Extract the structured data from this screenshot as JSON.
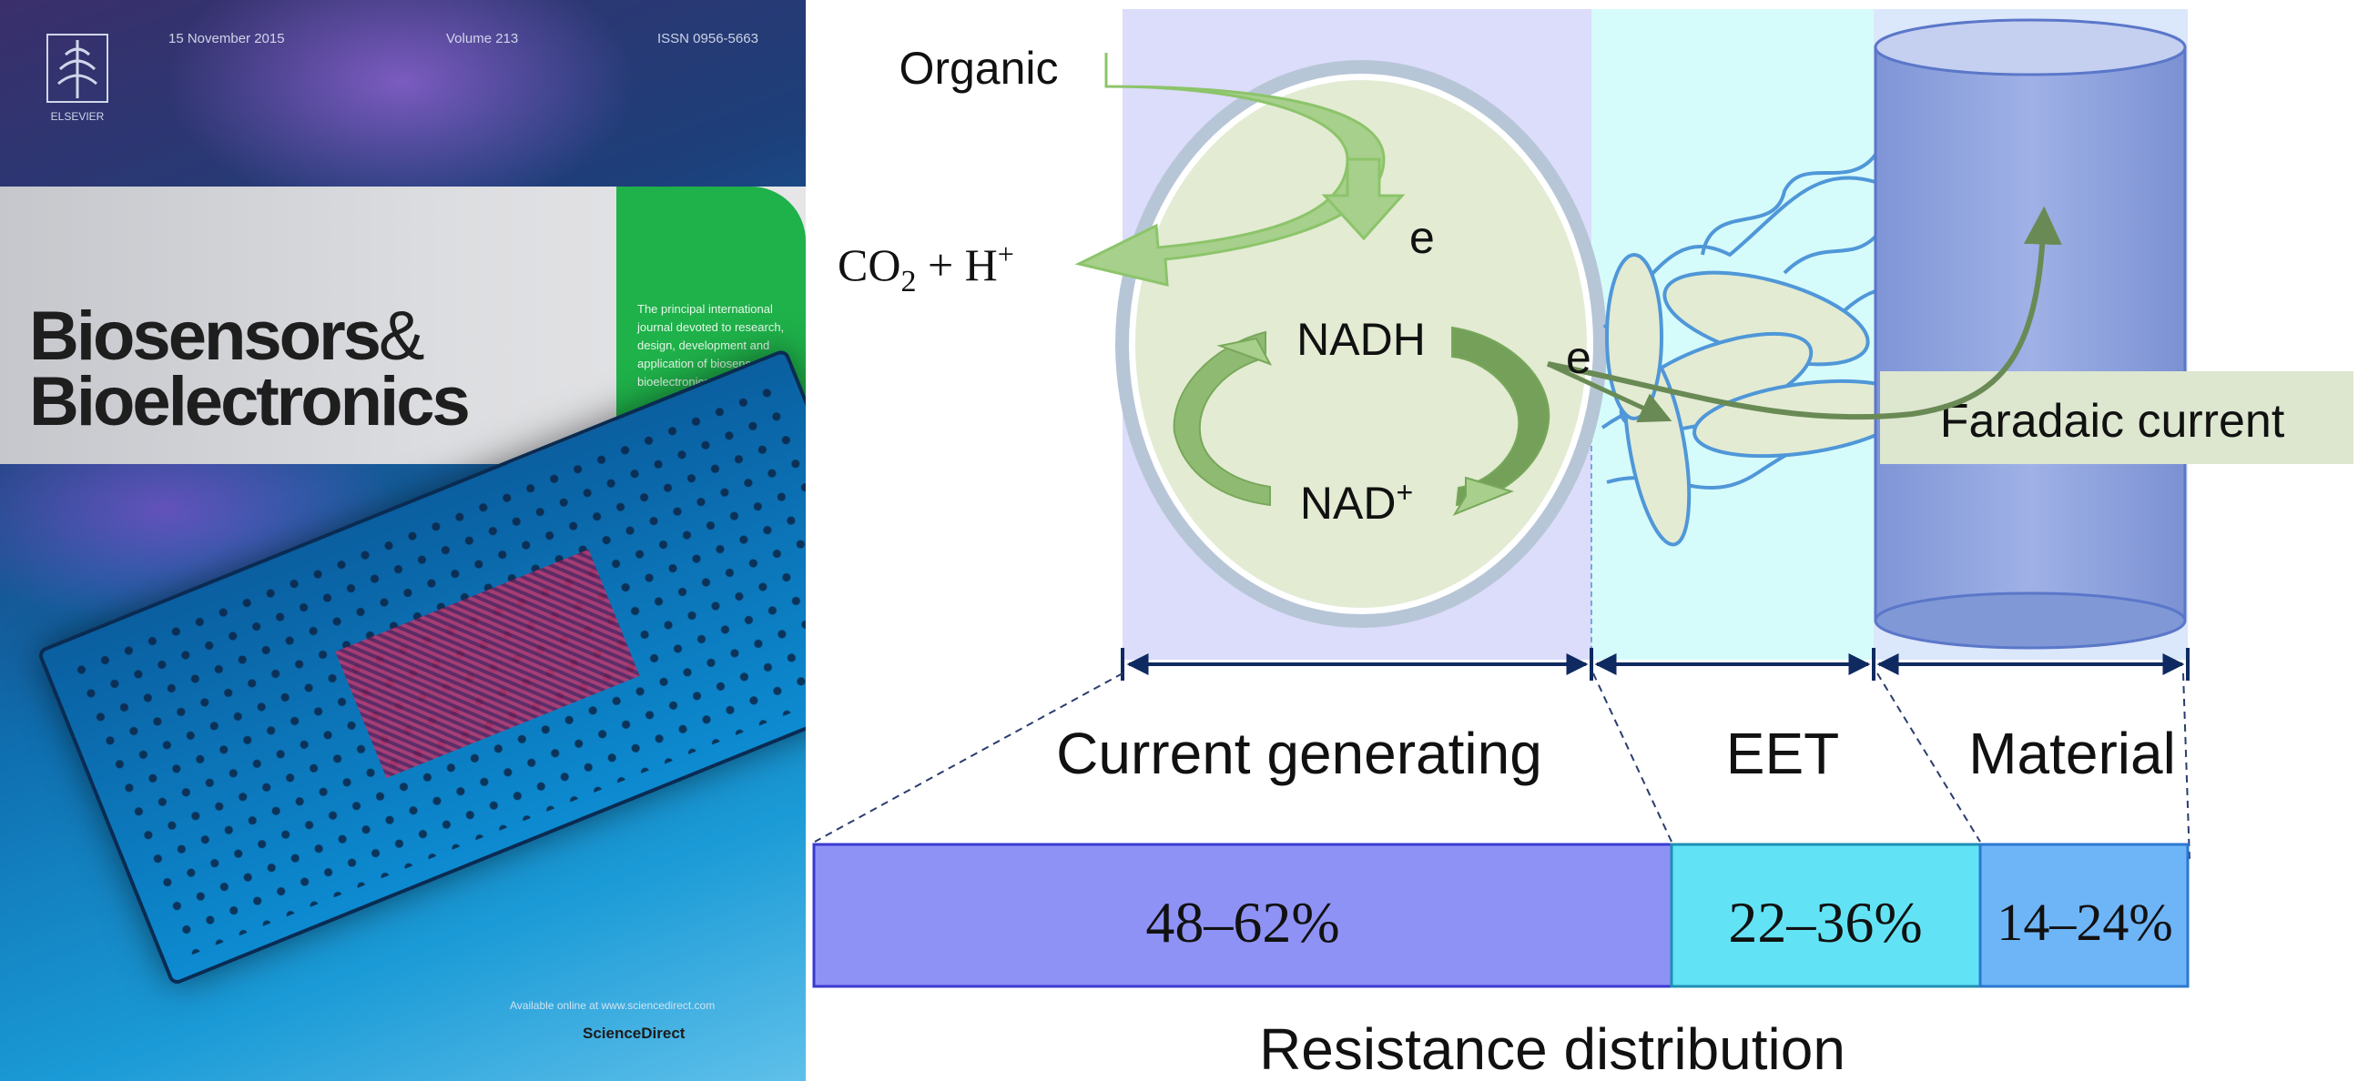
{
  "cover": {
    "top_items": [
      "15 November 2015",
      "Volume 213",
      "ISSN 0956-5663"
    ],
    "publisher": "ELSEVIER",
    "journal_line1": "Biosensors",
    "journal_amp": "&",
    "journal_line2": "Bioelectronics",
    "green_blurb": "The principal international journal devoted to research, design, development and application of biosensors and bioelectronics",
    "footer_left": "Available online at www.sciencedirect.com",
    "footer_brand": "ScienceDirect"
  },
  "diagram": {
    "organic": "Organic",
    "co2": "CO",
    "co2_sub": "2",
    "hplus_text": " + H",
    "hplus_sup": "+",
    "e1": "e",
    "e2": "e",
    "nadh": "NADH",
    "nad": "NAD",
    "nad_sup": "+",
    "faradaic": "Faradaic current",
    "sections": [
      "Current generating",
      "EET",
      "Material"
    ],
    "resistance_bar": [
      {
        "label": "48–62%",
        "color": "#8f92f5"
      },
      {
        "label": "22–36%",
        "color": "#62e3f5"
      },
      {
        "label": "14–24%",
        "color": "#6eb5f8"
      }
    ],
    "bar_caption": "Resistance distribution"
  },
  "colors": {
    "region_current": "#dcdcfb",
    "region_eet": "#d6fbfb",
    "region_material": "#dbe7fa",
    "cell_fill": "#e3ebd3",
    "arrow_green": "#8cc46a",
    "electrode": "#8da3db",
    "axis": "#0f2a60"
  }
}
